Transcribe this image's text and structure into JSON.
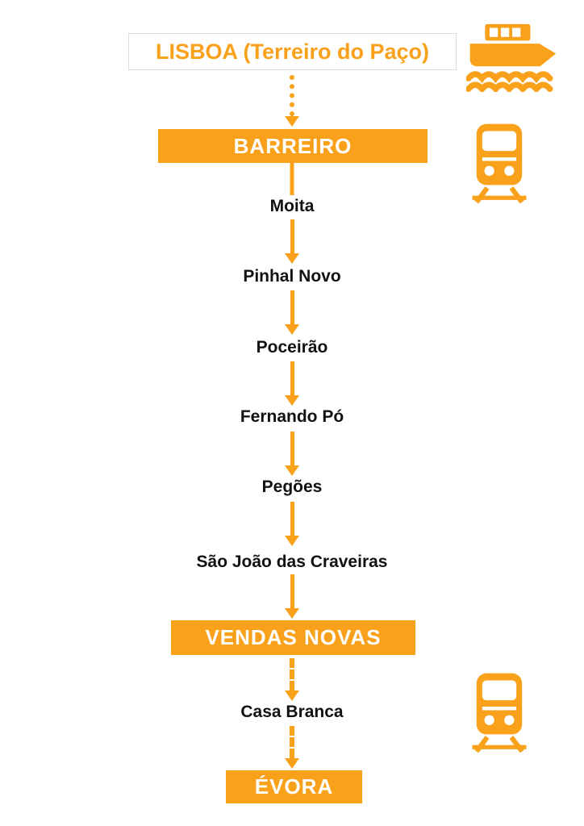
{
  "accent": "#F9A11B",
  "route": {
    "major": {
      "origin": "LISBOA (Terreiro do Paço)",
      "barreiro": "BARREIRO",
      "vendas_novas": "VENDAS NOVAS",
      "evora": "ÉVORA"
    },
    "stations": [
      "Moita",
      "Pinhal Novo",
      "Poceirão",
      "Fernando Pó",
      "Pegões",
      "São João das Craveiras",
      "Casa Branca"
    ],
    "connections": [
      {
        "from": "LISBOA (Terreiro do Paço)",
        "to": "BARREIRO",
        "style": "dotted",
        "mode": "ferry"
      },
      {
        "from": "BARREIRO",
        "to": "VENDAS NOVAS",
        "style": "solid",
        "mode": "train"
      },
      {
        "from": "VENDAS NOVAS",
        "to": "ÉVORA",
        "style": "dashed",
        "mode": "train"
      }
    ],
    "icons": [
      "ferry-icon",
      "train-icon",
      "train-icon"
    ]
  }
}
